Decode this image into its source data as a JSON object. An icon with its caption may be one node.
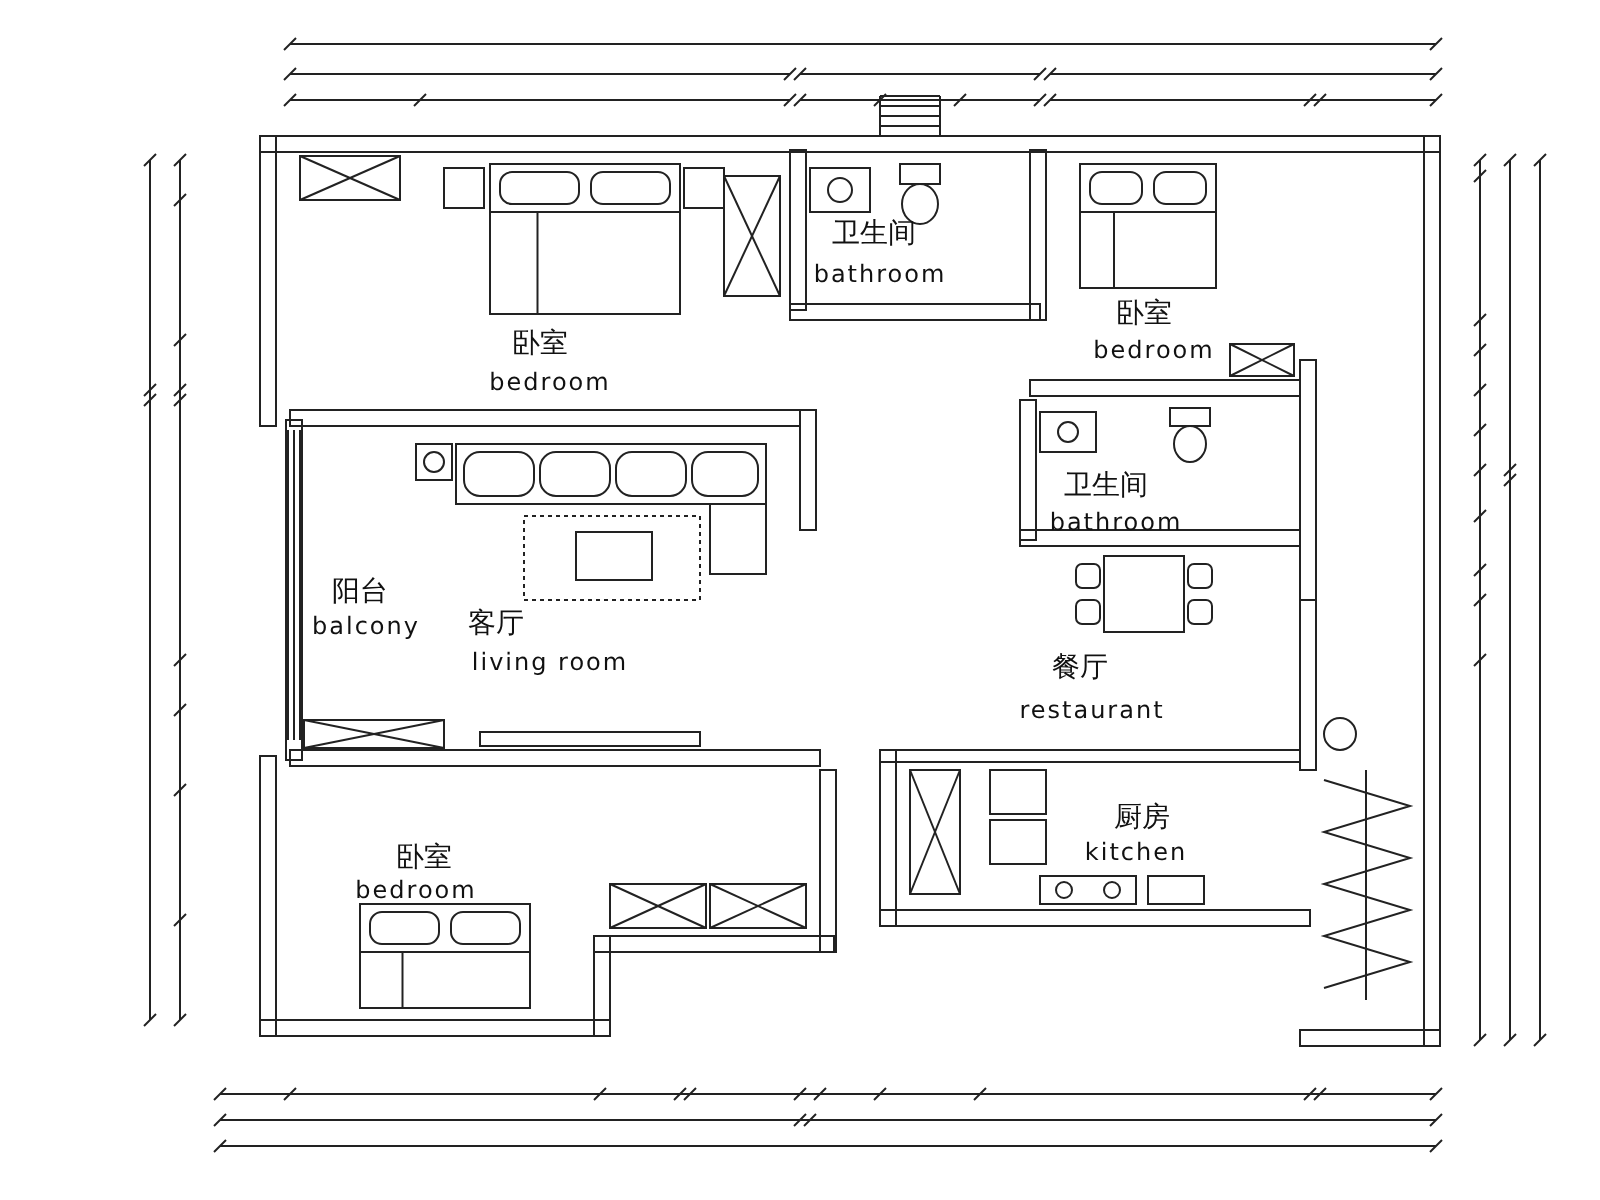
{
  "diagram": {
    "labels": [
      "卫生间",
      "bathroom",
      "卧室",
      "bedroom",
      "卧室",
      "bedroom",
      "卫生间",
      "bathroom",
      "阳台",
      "balcony",
      "客厅",
      "living room",
      "餐厅",
      "restaurant",
      "厨房",
      "kitchen",
      "卧室",
      "bedroom"
    ]
  }
}
